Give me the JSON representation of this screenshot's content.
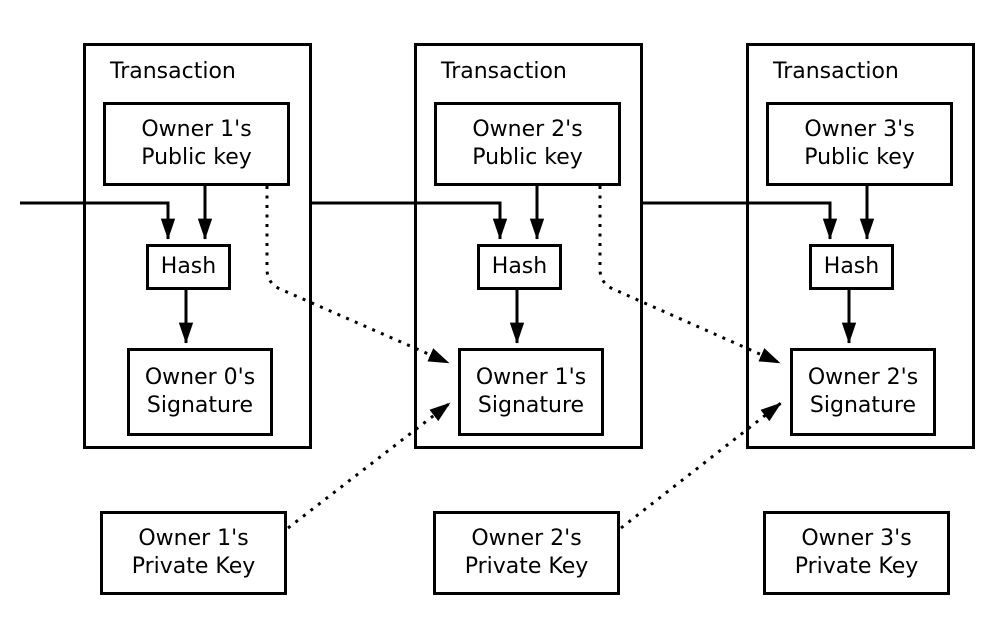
{
  "colors": {
    "background": "#ffffff",
    "line": "#000000",
    "text": "#000000"
  },
  "transactions": [
    {
      "title": "Transaction",
      "public_key_line1": "Owner 1's",
      "public_key_line2": "Public key",
      "hash_label": "Hash",
      "signature_line1": "Owner 0's",
      "signature_line2": "Signature"
    },
    {
      "title": "Transaction",
      "public_key_line1": "Owner 2's",
      "public_key_line2": "Public key",
      "hash_label": "Hash",
      "signature_line1": "Owner 1's",
      "signature_line2": "Signature"
    },
    {
      "title": "Transaction",
      "public_key_line1": "Owner 3's",
      "public_key_line2": "Public key",
      "hash_label": "Hash",
      "signature_line1": "Owner 2's",
      "signature_line2": "Signature"
    }
  ],
  "private_keys": [
    {
      "line1": "Owner 1's",
      "line2": "Private Key"
    },
    {
      "line1": "Owner 2's",
      "line2": "Private Key"
    },
    {
      "line1": "Owner 3's",
      "line2": "Private Key"
    }
  ]
}
